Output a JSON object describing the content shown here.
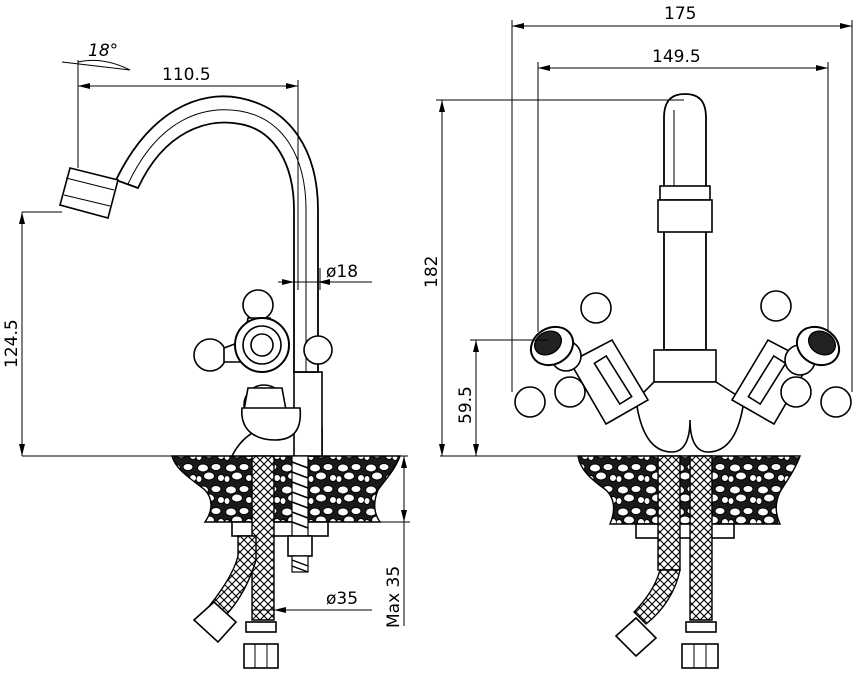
{
  "dimensions": {
    "angle": "18°",
    "spout_reach": "110.5",
    "spout_diameter": "ø18",
    "height_left": "124.5",
    "hole_diameter": "ø35",
    "max_thickness": "Max 35",
    "overall_width": "175",
    "handles_width": "149.5",
    "overall_height": "182",
    "handle_height": "59.5"
  },
  "colors": {
    "line": "#000000",
    "background": "#ffffff"
  }
}
